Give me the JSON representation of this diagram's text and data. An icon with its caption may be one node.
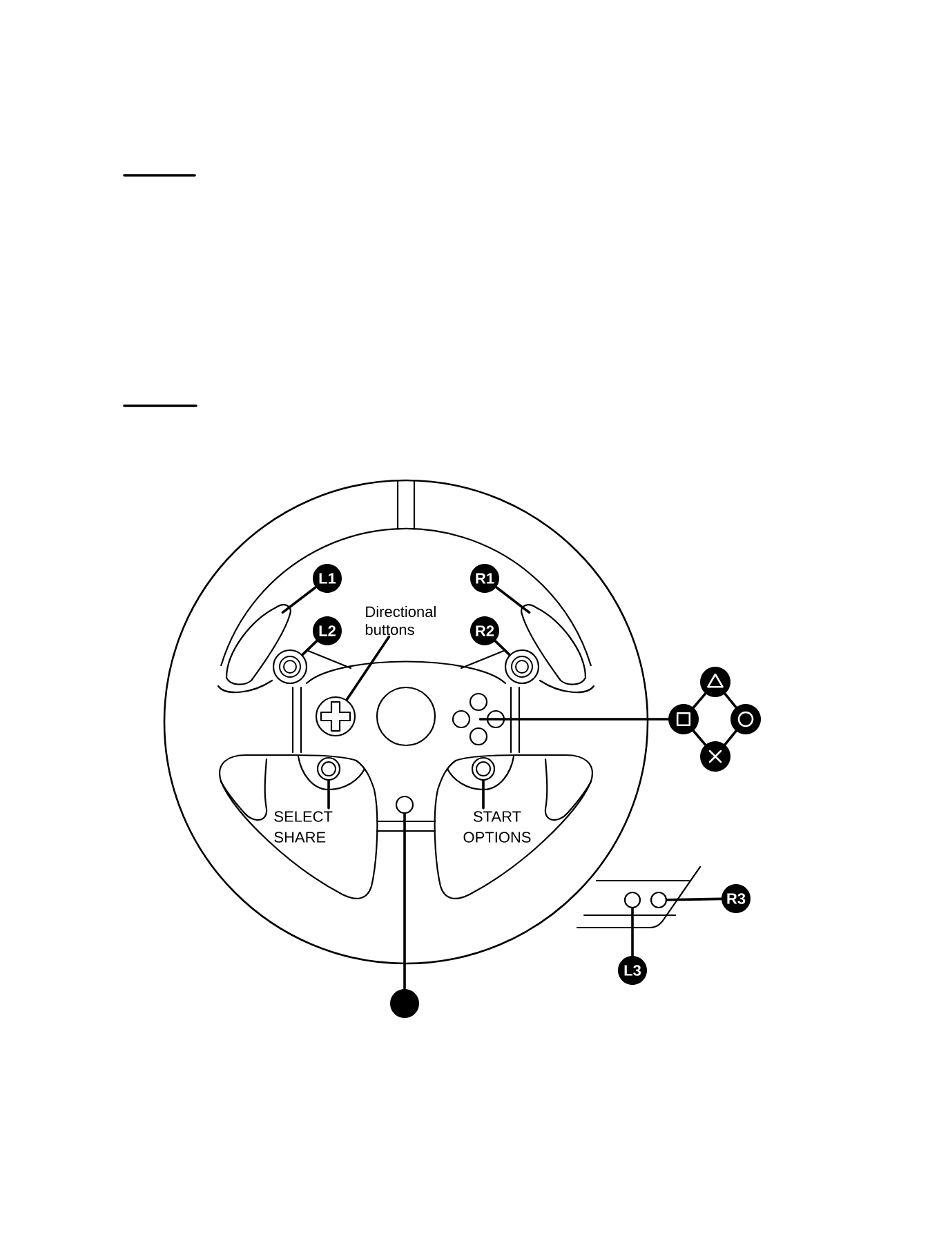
{
  "diagram": {
    "nodes": [
      {
        "text": [
          "L1"
        ]
      },
      {
        "text": [
          "R1"
        ]
      },
      {
        "text": [
          "Directional buttons"
        ]
      },
      {
        "text": [],
        "shape": "paddle"
      },
      {
        "text": [],
        "shape": "paddle"
      },
      {
        "text": [
          "L2"
        ]
      },
      {
        "text": [
          "R2"
        ]
      },
      {
        "text": [],
        "shape": "circle"
      },
      {
        "text": [],
        "shape": "circle"
      },
      {
        "text": [],
        "shape": "circle"
      },
      {
        "text": [],
        "shape": "circle"
      },
      {
        "text": [],
        "shape": "circle"
      },
      {
        "text": [],
        "shape": "circle"
      },
      {
        "text": [],
        "shape": "circle"
      },
      {
        "text": [],
        "shape": "circle"
      },
      {
        "text": [],
        "shape": "circle"
      },
      {
        "text": [],
        "shape": "circle"
      },
      {
        "text": [],
        "shape": "circle"
      },
      {
        "text": [
          "SELECT",
          "SHARE"
        ]
      },
      {
        "text": [
          "START",
          "OPTIONS"
        ]
      },
      {
        "text": [],
        "shape": "circle"
      },
      {
        "text": [],
        "shape": "circle"
      },
      {
        "text": [
          "R3"
        ]
      },
      {
        "text": [
          "L3"
        ]
      },
      {
        "text": [],
        "shape": "circle"
      }
    ],
    "edges": [
      {
        "from": 0,
        "to": 3,
        "arrow": "none"
      },
      {
        "from": 1,
        "to": 4,
        "arrow": "none"
      },
      {
        "from": 5,
        "to": 7,
        "arrow": "none"
      },
      {
        "from": 6,
        "to": 8,
        "arrow": "none"
      },
      {
        "from": 2,
        "to": 10,
        "arrow": "none"
      },
      {
        "from": 12,
        "to": 11,
        "arrow": "none"
      },
      {
        "from": 18,
        "to": 15,
        "arrow": "none"
      },
      {
        "from": 19,
        "to": 16,
        "arrow": "none"
      },
      {
        "from": 24,
        "to": 17,
        "arrow": "none"
      },
      {
        "from": 22,
        "to": 21,
        "arrow": "none"
      },
      {
        "from": 23,
        "to": 20,
        "arrow": "none"
      },
      {
        "from": 12,
        "to": 9,
        "arrow": "none"
      },
      {
        "from": 9,
        "to": 13,
        "arrow": "none"
      },
      {
        "from": 13,
        "to": 14,
        "arrow": "none"
      },
      {
        "from": 14,
        "to": 12,
        "arrow": "none"
      }
    ]
  }
}
